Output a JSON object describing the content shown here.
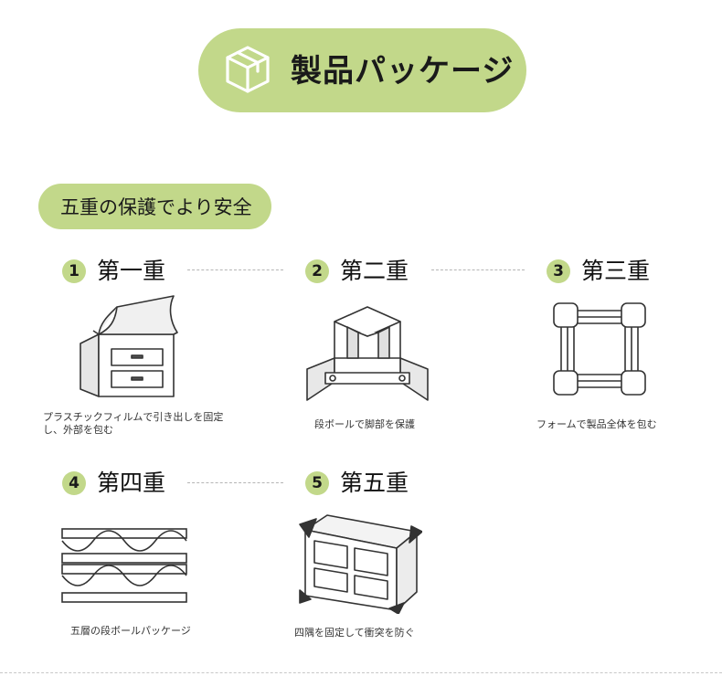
{
  "header": {
    "title": "製品パッケージ",
    "icon": "box-icon",
    "accent_color": "#c2d88a"
  },
  "section": {
    "title": "五重の保護でより安全"
  },
  "layers": [
    {
      "number": "1",
      "title": "第一重",
      "caption": "プラスチックフィルムで引き出しを固定し、外部を包む",
      "icon": "film-wrapped-nightstand-icon"
    },
    {
      "number": "2",
      "title": "第二重",
      "caption": "段ボールで脚部を保護",
      "icon": "cardboard-leg-protector-icon"
    },
    {
      "number": "3",
      "title": "第三重",
      "caption": "フォームで製品全体を包む",
      "icon": "foam-frame-icon"
    },
    {
      "number": "4",
      "title": "第四重",
      "caption": "五層の段ボールパッケージ",
      "icon": "corrugated-cardboard-icon"
    },
    {
      "number": "5",
      "title": "第五重",
      "caption": "四隅を固定して衝突を防ぐ",
      "icon": "corner-protected-box-icon"
    }
  ]
}
